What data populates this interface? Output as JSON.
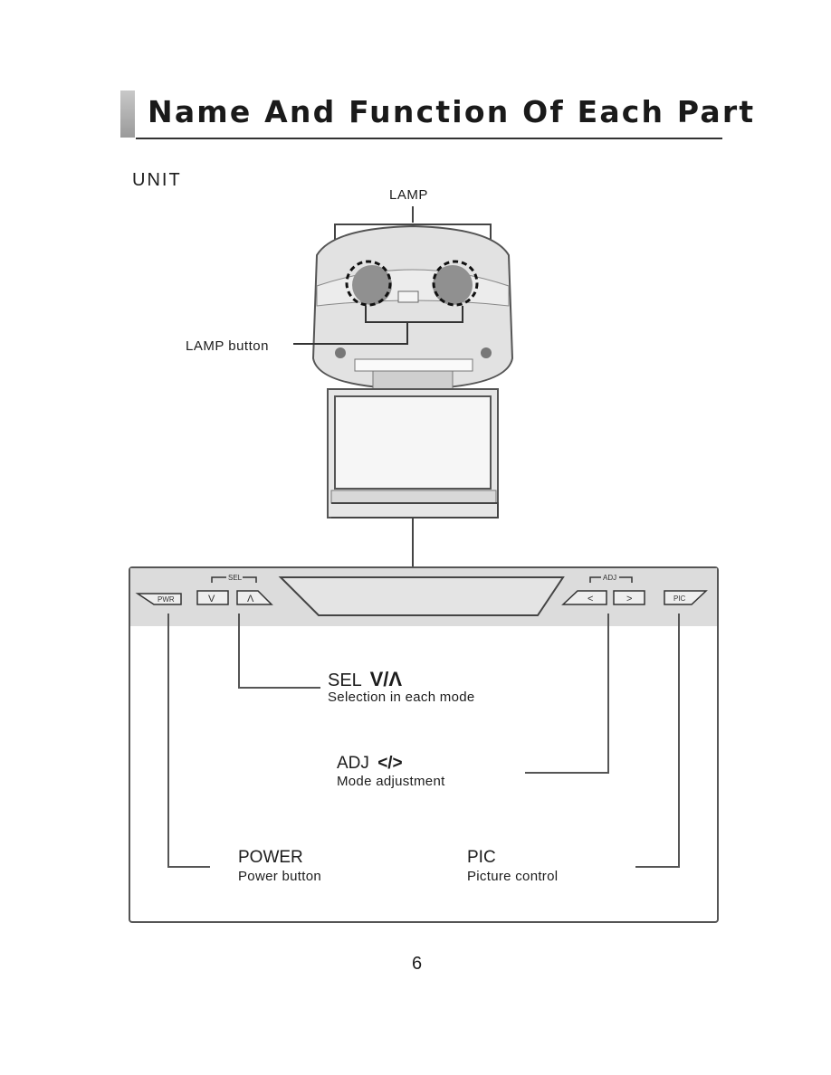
{
  "page": {
    "title": "Name And Function Of Each Part",
    "section": "UNIT",
    "page_number": "6"
  },
  "callouts": {
    "lamp": "LAMP",
    "lamp_button": "LAMP button"
  },
  "panel": {
    "buttons": {
      "pwr": "PWR",
      "sel_group": "SEL",
      "sel_down": "V",
      "sel_up": "Λ",
      "adj_group": "ADJ",
      "adj_left": "<",
      "adj_right": ">",
      "pic": "PIC"
    },
    "descriptions": {
      "sel": {
        "name": "SEL",
        "symbol": "V/Λ",
        "desc": "Selection in each mode"
      },
      "adj": {
        "name": "ADJ",
        "symbol": "</>",
        "desc": "Mode adjustment"
      },
      "power": {
        "name": "POWER",
        "desc": "Power button"
      },
      "pic": {
        "name": "PIC",
        "desc": "Picture control"
      }
    }
  }
}
